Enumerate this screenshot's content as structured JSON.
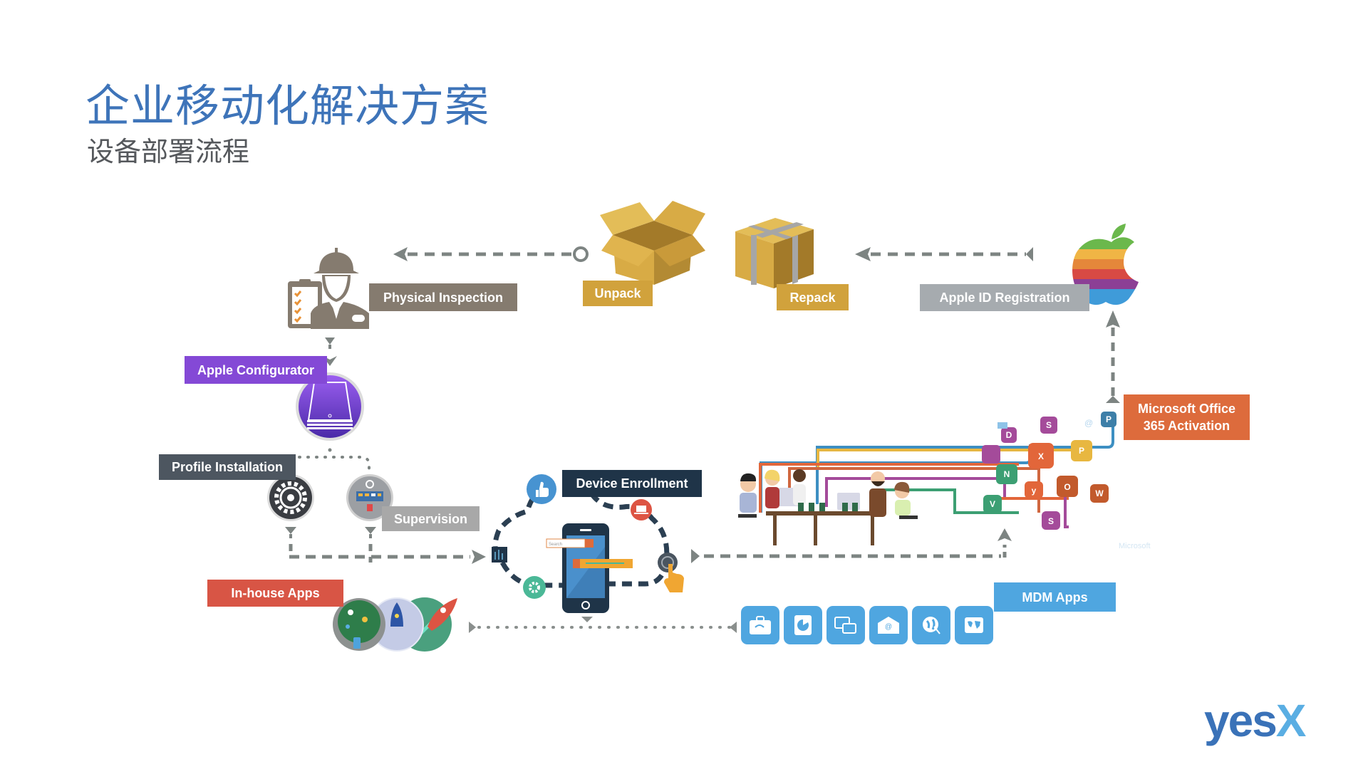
{
  "slide": {
    "title": "企业移动化解决方案",
    "subtitle": "设备部署流程"
  },
  "steps": {
    "physical_inspection": {
      "label": "Physical Inspection",
      "color": "#857b6f"
    },
    "unpack": {
      "label": "Unpack",
      "color": "#d1a23c"
    },
    "repack": {
      "label": "Repack",
      "color": "#d1a23c"
    },
    "apple_id_registration": {
      "label": "Apple ID Registration",
      "color": "#a6abaf"
    },
    "apple_configurator": {
      "label": "Apple Configurator",
      "color": "#8449d6"
    },
    "profile_installation": {
      "label": "Profile Installation",
      "color": "#4d5660"
    },
    "supervision": {
      "label": "Supervision",
      "color": "#a8a8a8"
    },
    "device_enrollment": {
      "label": "Device Enrollment",
      "color": "#1f3448"
    },
    "office_activation": {
      "label_line1": "Microsoft Office",
      "label_line2": "365 Activation",
      "color": "#dd6b3c"
    },
    "mdm_apps": {
      "label": "MDM Apps",
      "color": "#4fa6e0"
    },
    "inhouse_apps": {
      "label": "In-house Apps",
      "color": "#d85545"
    }
  },
  "mdm_icons": [
    "briefcase-wireless-icon",
    "pie-chart-icon",
    "multi-device-icon",
    "email-envelope-icon",
    "globe-cursor-icon",
    "world-map-icon"
  ],
  "office_apps": [
    "S",
    "D",
    "X",
    "P",
    "N",
    "y",
    "O",
    "W",
    "V",
    "S"
  ],
  "phone_search_placeholder": "Search",
  "watermark": "Microsoft",
  "brand": {
    "part1": "yes",
    "part2": "X"
  },
  "colors": {
    "title": "#3e74b9",
    "connector": "#7d8482",
    "brand_dark": "#3a72b8",
    "brand_light": "#5aaee3"
  }
}
